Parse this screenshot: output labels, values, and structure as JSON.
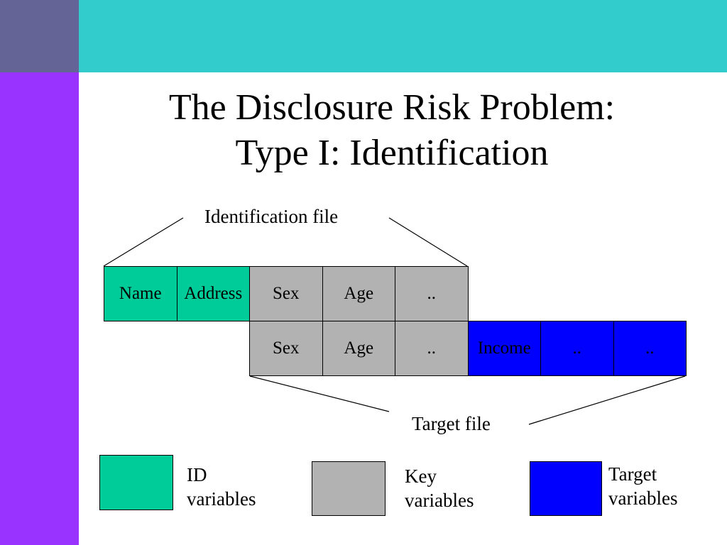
{
  "colors": {
    "corner": "#646496",
    "top_band": "#33cccc",
    "left_band": "#9933ff",
    "id_variables": "#00cc99",
    "key_variables": "#b2b2b2",
    "target_variables": "#0000ff"
  },
  "title": {
    "line1": "The Disclosure Risk Problem:",
    "line2": "Type I: Identification"
  },
  "identification_file": {
    "label": "Identification file",
    "cells": [
      {
        "text": "Name",
        "kind": "id"
      },
      {
        "text": "Address",
        "kind": "id"
      },
      {
        "text": "Sex",
        "kind": "key"
      },
      {
        "text": "Age",
        "kind": "key"
      },
      {
        "text": "..",
        "kind": "key"
      }
    ]
  },
  "target_file": {
    "label": "Target file",
    "cells": [
      {
        "text": "Sex",
        "kind": "key"
      },
      {
        "text": "Age",
        "kind": "key"
      },
      {
        "text": "..",
        "kind": "key"
      },
      {
        "text": "Income",
        "kind": "target"
      },
      {
        "text": "..",
        "kind": "target"
      },
      {
        "text": "..",
        "kind": "target"
      }
    ]
  },
  "legend": [
    {
      "line1": "ID",
      "line2": "variables",
      "kind": "id"
    },
    {
      "line1": "Key",
      "line2": "variables",
      "kind": "key"
    },
    {
      "line1": "Target",
      "line2": "variables",
      "kind": "target"
    }
  ]
}
